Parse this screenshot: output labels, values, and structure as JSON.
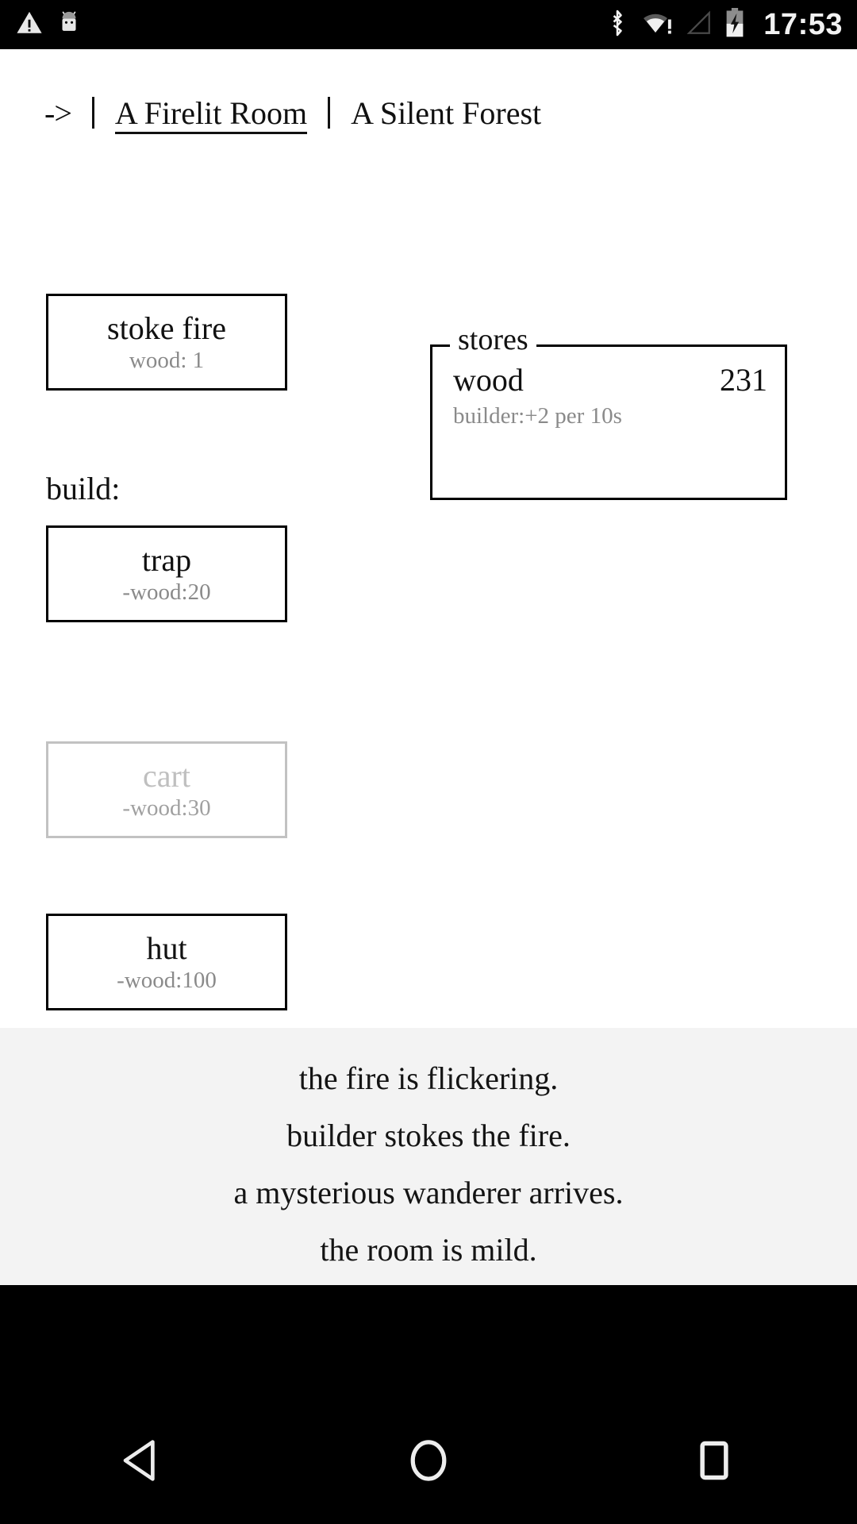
{
  "status_bar": {
    "icons_left": [
      "warning-triangle-icon",
      "android-robot-icon"
    ],
    "icons_right": [
      "bluetooth-icon",
      "wifi-warning-icon",
      "cell-signal-empty-icon",
      "battery-charging-icon"
    ],
    "clock": "17:53"
  },
  "header": {
    "arrow": "->",
    "separator": "|",
    "tabs": [
      {
        "label": "A Firelit Room",
        "active": true
      },
      {
        "label": "A Silent Forest",
        "active": false
      }
    ]
  },
  "main": {
    "stoke": {
      "label": "stoke fire",
      "cost": "wood: 1"
    },
    "build_label": "build:",
    "build_buttons": [
      {
        "label": "trap",
        "cost": "-wood:20",
        "enabled": true
      },
      {
        "label": "cart",
        "cost": "-wood:30",
        "enabled": false
      },
      {
        "label": "hut",
        "cost": "-wood:100",
        "enabled": true
      }
    ],
    "stores": {
      "legend": "stores",
      "rows": [
        {
          "name": "wood",
          "value": "231"
        }
      ],
      "note": "builder:+2 per 10s"
    }
  },
  "log": {
    "lines": [
      "the fire is flickering.",
      "builder stokes the fire.",
      "a mysterious wanderer arrives.",
      "the room is mild."
    ]
  },
  "navbar": {
    "back": "back-icon",
    "home": "home-icon",
    "recents": "recents-icon"
  },
  "colors": {
    "background": "#ffffff",
    "text": "#111111",
    "muted_text": "#8a8a8a",
    "disabled_text": "#bfbfbf",
    "border": "#000000",
    "disabled_border": "#c2c2c2",
    "log_background": "#f3f3f3",
    "system_bar": "#000000",
    "system_icon": "#f2f2f2"
  }
}
